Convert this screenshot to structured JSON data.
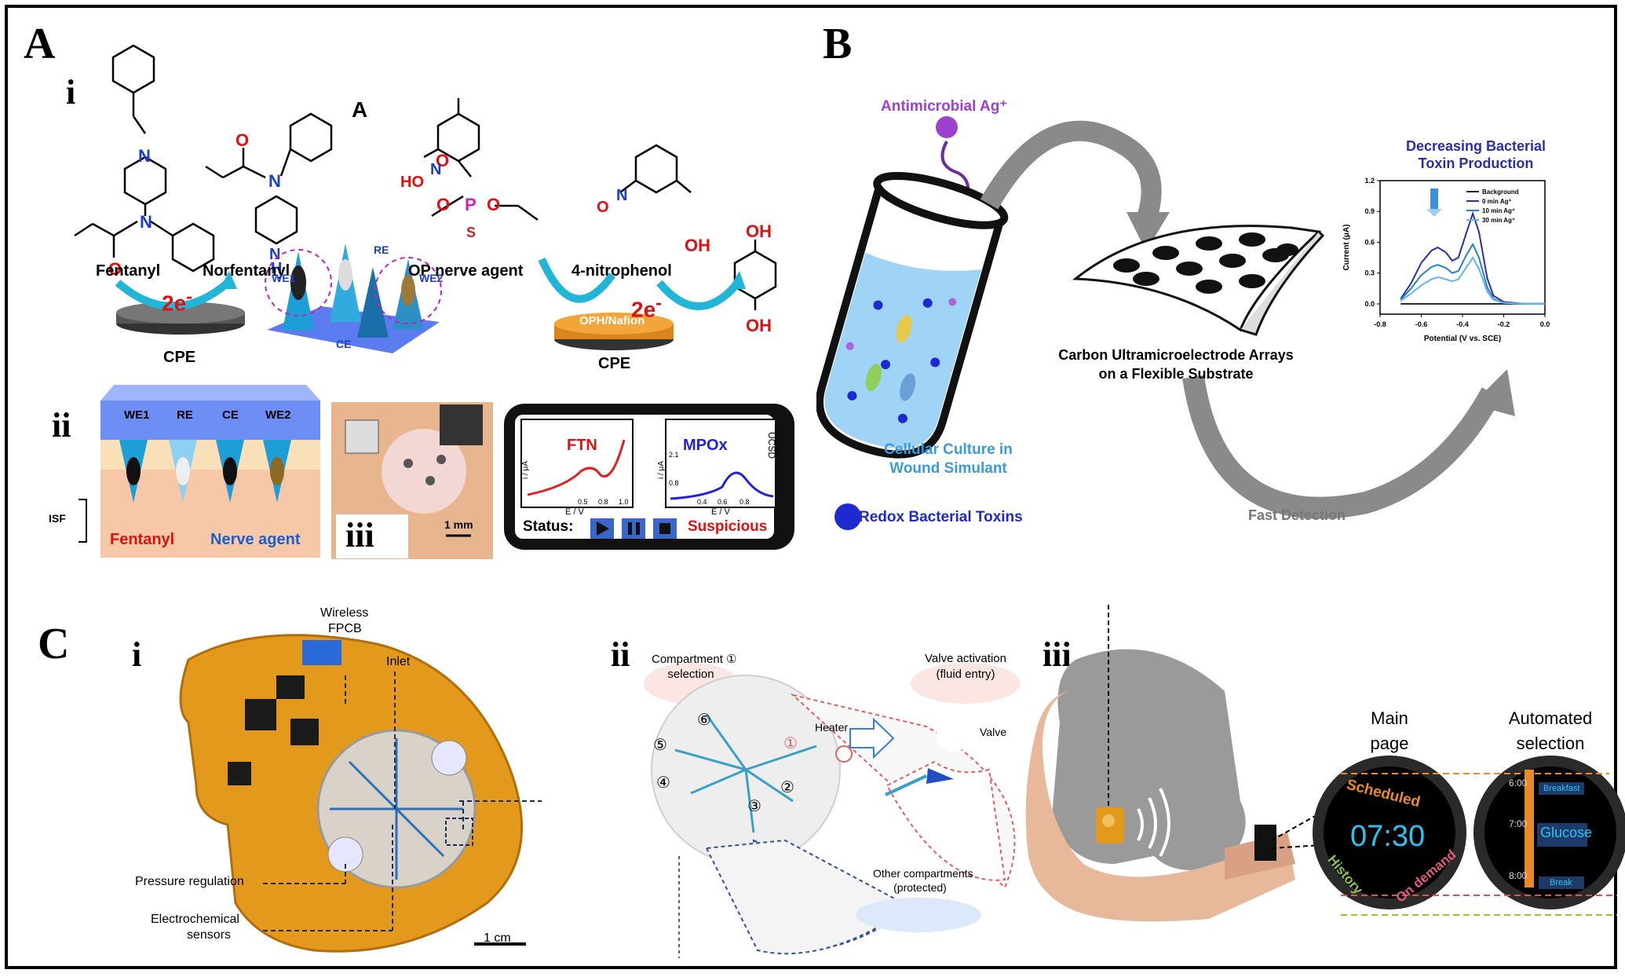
{
  "panels": {
    "A": "A",
    "B": "B",
    "C": "C"
  },
  "panelA": {
    "i": "i",
    "ii": "ii",
    "iii": "iii",
    "scheme_letter": "A",
    "fentanyl": "Fentanyl",
    "norfentanyl": "Norfentanyl",
    "op_nerve_agent": "OP nerve agent",
    "nitrophenol": "4-nitrophenol",
    "cpe": "CPE",
    "two_e": "2e",
    "minus": "-",
    "opn": "OPH/Nafion",
    "we1": "WE1",
    "re": "RE",
    "ce": "CE",
    "we2": "WE2",
    "isf": "ISF",
    "fentanyl_red": "Fentanyl",
    "nerve_agent": "Nerve agent",
    "scale": "1 mm",
    "phone": {
      "ftn": "FTN",
      "mpox": "MPOx",
      "ylabel": "i / μA",
      "xlabel": "E / V",
      "ftn_ticks_x": [
        "0.5",
        "0.8",
        "1.0"
      ],
      "mpox_ticks_x": [
        "0.4",
        "0.6",
        "0.8"
      ],
      "mpox_ticks_y": [
        "2.1",
        "0.8"
      ],
      "status": "Status:",
      "suspicious": "Suspicious",
      "ucsd": "UCSD"
    }
  },
  "panelB": {
    "antimicrobial": "Antimicrobial Ag⁺",
    "culture1": "Cellular Culture in",
    "culture2": "Wound Simulant",
    "redox": "Redox Bacterial Toxins",
    "array1": "Carbon Ultramicroelectrode Arrays",
    "array2": "on a Flexible Substrate",
    "fast": "Fast Detection",
    "chart_title1": "Decreasing Bacterial",
    "chart_title2": "Toxin Production"
  },
  "panelC": {
    "i": "i",
    "ii": "ii",
    "iii": "iii",
    "wireless": "Wireless",
    "fpcb": "FPCB",
    "inlet": "Inlet",
    "pressure": "Pressure regulation",
    "electrochem1": "Electrochemical",
    "electrochem2": "sensors",
    "scale": "1 cm",
    "compartment1": "Compartment ①",
    "compartment2": "selection",
    "valve_act1": "Valve activation",
    "valve_act2": "(fluid entry)",
    "heater": "Heater",
    "valve": "Valve",
    "other1": "Other compartments",
    "other2": "(protected)",
    "nums": [
      "⑥",
      "⑤",
      "①",
      "④",
      "②",
      "③"
    ],
    "main1": "Main",
    "main2": "page",
    "auto1": "Automated",
    "auto2": "selection",
    "scheduled": "Scheduled",
    "time": "07:30",
    "history": "History",
    "ondemand": "On demand",
    "breakfast": "Breakfast",
    "glucose": "Glucose",
    "break": "Break",
    "t6": "6:00",
    "t7": "7:00",
    "t8": "8:00"
  },
  "chart_data": {
    "type": "line",
    "title": "Decreasing Bacterial Toxin Production",
    "xlabel": "Potential (V vs. SCE)",
    "ylabel": "Current (μA)",
    "xlim": [
      -0.8,
      0.0
    ],
    "ylim": [
      -0.1,
      1.2
    ],
    "x_ticks": [
      "-0.8",
      "-0.6",
      "-0.4",
      "-0.2",
      "0.0"
    ],
    "y_ticks": [
      "0.0",
      "0.3",
      "0.6",
      "0.9",
      "1.2"
    ],
    "legend": "top-right",
    "x": [
      -0.7,
      -0.65,
      -0.6,
      -0.55,
      -0.52,
      -0.48,
      -0.45,
      -0.42,
      -0.38,
      -0.35,
      -0.32,
      -0.28,
      -0.25,
      -0.2,
      -0.1,
      0.0
    ],
    "series": [
      {
        "name": "Background",
        "color": "#222222",
        "values": [
          0.0,
          0.0,
          0.0,
          0.0,
          0.0,
          0.0,
          0.0,
          0.0,
          0.0,
          0.0,
          0.0,
          0.0,
          0.0,
          0.0,
          0.0,
          0.0
        ]
      },
      {
        "name": "0 min Ag⁺",
        "color": "#2a2fa8",
        "values": [
          0.05,
          0.2,
          0.4,
          0.52,
          0.55,
          0.5,
          0.42,
          0.45,
          0.7,
          0.88,
          0.7,
          0.25,
          0.08,
          0.02,
          0.0,
          0.0
        ]
      },
      {
        "name": "10 min Ag⁺",
        "color": "#2b7fc4",
        "values": [
          0.04,
          0.15,
          0.28,
          0.36,
          0.38,
          0.35,
          0.3,
          0.32,
          0.48,
          0.58,
          0.45,
          0.16,
          0.05,
          0.01,
          0.0,
          0.0
        ]
      },
      {
        "name": "30 min Ag⁺",
        "color": "#5db7ee",
        "values": [
          0.03,
          0.1,
          0.18,
          0.24,
          0.26,
          0.24,
          0.22,
          0.24,
          0.36,
          0.45,
          0.34,
          0.12,
          0.04,
          0.01,
          0.0,
          0.0
        ]
      }
    ]
  }
}
